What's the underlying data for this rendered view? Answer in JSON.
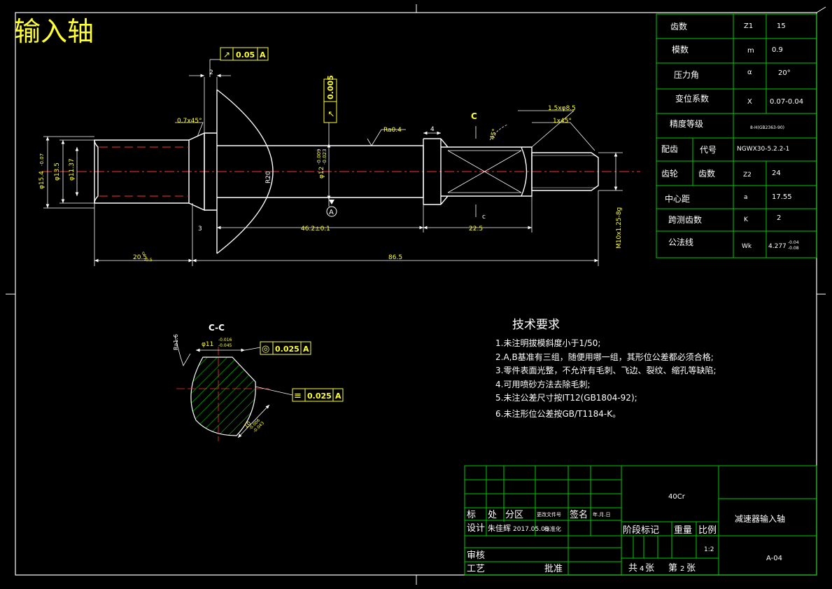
{
  "drawing": {
    "title": "输入轴",
    "material": "40Cr",
    "part_name": "减速器输入轴",
    "drawing_no": "A-04",
    "section_label": "C-C",
    "section_mark": "C",
    "section_mark_lower": "c"
  },
  "colors": {
    "background": "#000000",
    "outline": "#ffffff",
    "dimension": "#ffff33",
    "table_border": "#00cc00",
    "centerline": "#ff3333",
    "hatch": "#00cc00"
  },
  "param_table": [
    {
      "label": "齿数",
      "symbol": "Z1",
      "value": "15"
    },
    {
      "label": "模数",
      "symbol": "m",
      "value": "0.9"
    },
    {
      "label": "压力角",
      "symbol": "α",
      "value": "20°"
    },
    {
      "label": "变位系数",
      "symbol": "X",
      "value": "0.07-0.04"
    },
    {
      "label": "精度等级",
      "symbol": "",
      "value": "8-H(GB2363-90)"
    },
    {
      "label": "配齿",
      "sub": "代号",
      "symbol": "",
      "value": "NGWX30-5.2.2-1"
    },
    {
      "label": "齿轮",
      "sub": "齿数",
      "symbol": "Z2",
      "value": "24"
    },
    {
      "label": "中心距",
      "symbol": "a",
      "value": "17.55"
    },
    {
      "label": "跨测齿数",
      "symbol": "K",
      "value": "2"
    },
    {
      "label": "公法线",
      "symbol": "Wk",
      "value": "4.277",
      "value_tol_upper": "-0.04",
      "value_tol_lower": "-0.08"
    }
  ],
  "tolerances": {
    "runout_1": {
      "symbol": "↗",
      "value": "0.05",
      "datum": "A"
    },
    "runout_2": {
      "symbol": "↗",
      "value": "0.005"
    },
    "concentricity": {
      "symbol": "◎",
      "value": "0.025",
      "datum": "A"
    },
    "symmetry": {
      "symbol": "≡",
      "value": "0.025",
      "datum": "A"
    },
    "datum_label": "A"
  },
  "dimensions": {
    "d1": "φ15.4",
    "d1_tol": "-0.07",
    "d2": "φ13.5",
    "d3": "φ11.37",
    "d4": "φ12",
    "d4_tol_u": "-0.009",
    "d4_tol_l": "-0.023",
    "chamfer1": "0.7x45°",
    "chamfer2": "1.5xφ8.5",
    "chamfer3": "1x45°",
    "width_2": "2",
    "width_3": "3",
    "width_4": "4",
    "radius": "R20",
    "angle": "45°",
    "roughness": "Ra0.4",
    "len_46": "46.2±0.1",
    "len_225": "22.5",
    "len_205": "20.5",
    "len_205_tol_u": "0",
    "len_205_tol_l": "-0.5",
    "len_865": "86.5",
    "thread": "M10x1.25-8g",
    "sec_d": "φ11",
    "sec_d_tol_u": "-0.016",
    "sec_d_tol_l": "-0.045",
    "sec_w": "10",
    "sec_w_tol_u": "-0.006",
    "sec_w_tol_l": "-0.043",
    "sec_ra": "Ra1.6"
  },
  "tech_requirements": {
    "heading": "技术要求",
    "items": [
      "1.未注明拔模斜度小于1/50;",
      "2.A,B基准有三组，随便用哪一组，其形位公差都必须合格;",
      "3.零件表面光整，不允许有毛刺、飞边、裂纹、缩孔等缺陷;",
      "4.可用喷砂方法去除毛刺;",
      "5.未注公差尺寸按IT12(GB1804-92);",
      "6.未注形位公差按GB/T1184-K。"
    ]
  },
  "title_block": {
    "h_mark": "标",
    "h_place": "处",
    "h_zone": "分区",
    "h_docno": "更改文件号",
    "h_sign": "签名",
    "h_date": "年.月.日",
    "designer_label": "设计",
    "designer_name": "朱佳辉",
    "design_date": "2017.05.03",
    "std_label": "标准化",
    "review_label": "审核",
    "process_label": "工艺",
    "approve_label": "批准",
    "stage_label": "阶段标记",
    "weight_label": "重量",
    "scale_label": "比例",
    "scale_value": "1:2",
    "sheets_total_label": "共",
    "sheets_total": "4",
    "sheets_unit": "张",
    "sheet_no_label": "第",
    "sheet_no": "2",
    "sheet_no_unit": "张"
  }
}
